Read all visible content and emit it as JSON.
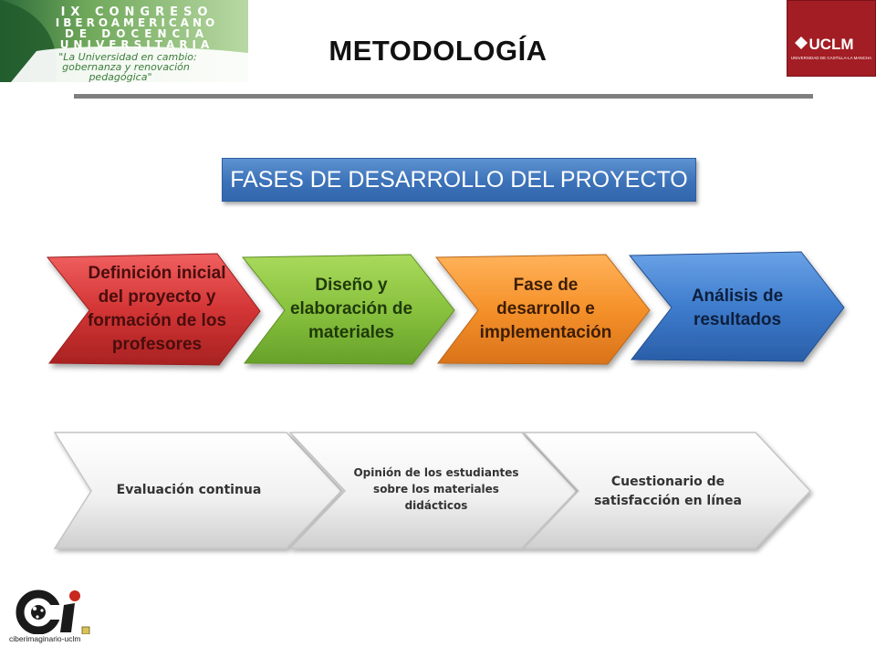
{
  "header": {
    "title": "METODOLOGÍA",
    "congress_logo": {
      "lines": [
        "IX CONGRESO",
        "IBEROAMERICANO",
        "DE DOCENCIA",
        "UNIVERSITARIA"
      ],
      "tagline": [
        "\"La Universidad en cambio:",
        "gobernanza y renovación",
        "pedagógica\""
      ]
    },
    "uclm_logo": {
      "text": "UCLM",
      "subtitle": "UNIVERSIDAD DE CASTILLA-LA MANCHA"
    }
  },
  "banner": {
    "text": "FASES DE DESARROLLO DEL PROYECTO"
  },
  "phases": [
    {
      "lines": [
        "Definición inicial",
        "del proyecto y",
        "formación de los",
        "profesores"
      ],
      "color": "#d63a3a"
    },
    {
      "lines": [
        "Diseño y",
        "elaboración de",
        "materiales"
      ],
      "color": "#8cc63e"
    },
    {
      "lines": [
        "Fase de",
        "desarrollo e",
        "implementación"
      ],
      "color": "#f5932a"
    },
    {
      "lines": [
        "Análisis de",
        "resultados"
      ],
      "color": "#3f7ccf"
    }
  ],
  "evaluation_steps": [
    {
      "lines": [
        "Evaluación continua"
      ]
    },
    {
      "lines": [
        "Opinión de los estudiantes",
        "sobre los materiales",
        "didácticos"
      ]
    },
    {
      "lines": [
        "Cuestionario de",
        "satisfacción en línea"
      ]
    }
  ],
  "footer": {
    "logo_caption": "ciberimaginario-uclm"
  }
}
